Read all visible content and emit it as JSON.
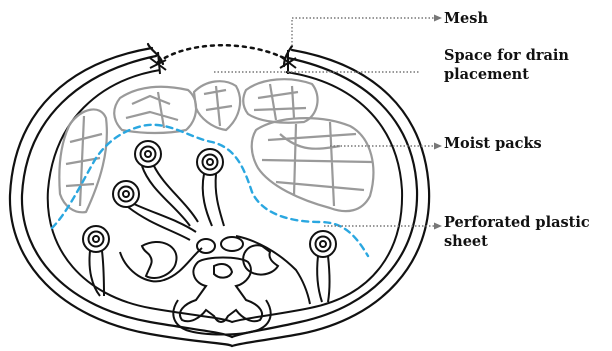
{
  "labels": {
    "mesh": "Mesh",
    "space_line1": "Space for drain",
    "space_line2": "placement",
    "moist_packs": "Moist packs",
    "perforated_line1": "Perforated plastic",
    "perforated_line2": "sheet"
  },
  "colors": {
    "outline": "#111111",
    "packs": "#9a9a9a",
    "plastic_sheet": "#2aa7e0",
    "leader": "#777777"
  }
}
